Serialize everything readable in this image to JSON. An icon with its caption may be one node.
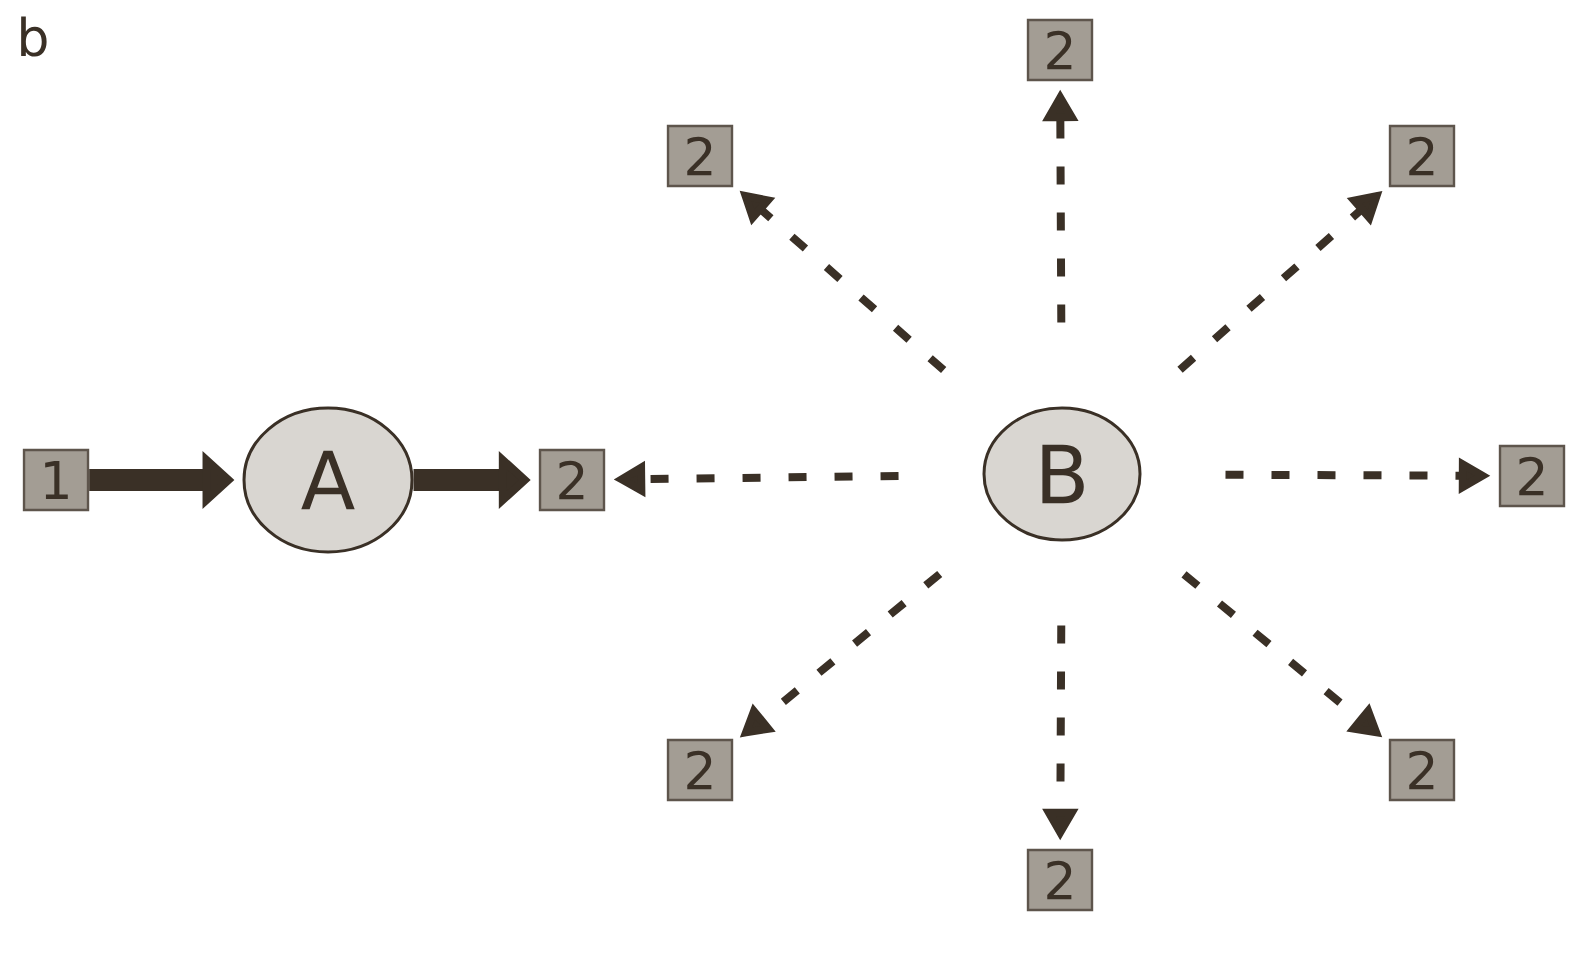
{
  "diagram": {
    "nodes": [
      {
        "text": [
          "1"
        ]
      },
      {
        "text": [
          "A"
        ]
      },
      {
        "text": [
          "2"
        ]
      },
      {
        "text": [
          "B"
        ]
      },
      {
        "text": [
          "2"
        ]
      },
      {
        "text": [
          "2"
        ]
      },
      {
        "text": [
          "2"
        ]
      },
      {
        "text": [
          "2"
        ]
      },
      {
        "text": [
          "2"
        ]
      },
      {
        "text": [
          "2"
        ]
      },
      {
        "text": [
          "2"
        ]
      }
    ],
    "edges": [
      {
        "from": 0,
        "to": 1,
        "arrow": "to",
        "style": "thick"
      },
      {
        "from": 1,
        "to": 2,
        "arrow": "to",
        "style": "thick"
      },
      {
        "from": 3,
        "to": 2,
        "arrow": "to",
        "style": "dashed"
      },
      {
        "from": 3,
        "to": 4,
        "arrow": "to",
        "style": "dashed"
      },
      {
        "from": 3,
        "to": 5,
        "arrow": "to",
        "style": "dashed"
      },
      {
        "from": 3,
        "to": 6,
        "arrow": "to",
        "style": "dashed"
      },
      {
        "from": 3,
        "to": 7,
        "arrow": "to",
        "style": "dashed"
      },
      {
        "from": 3,
        "to": 8,
        "arrow": "to",
        "style": "dashed"
      },
      {
        "from": 3,
        "to": 9,
        "arrow": "to",
        "style": "dashed"
      },
      {
        "from": 3,
        "to": 10,
        "arrow": "to",
        "style": "dashed"
      }
    ],
    "labels": [
      "b"
    ]
  }
}
